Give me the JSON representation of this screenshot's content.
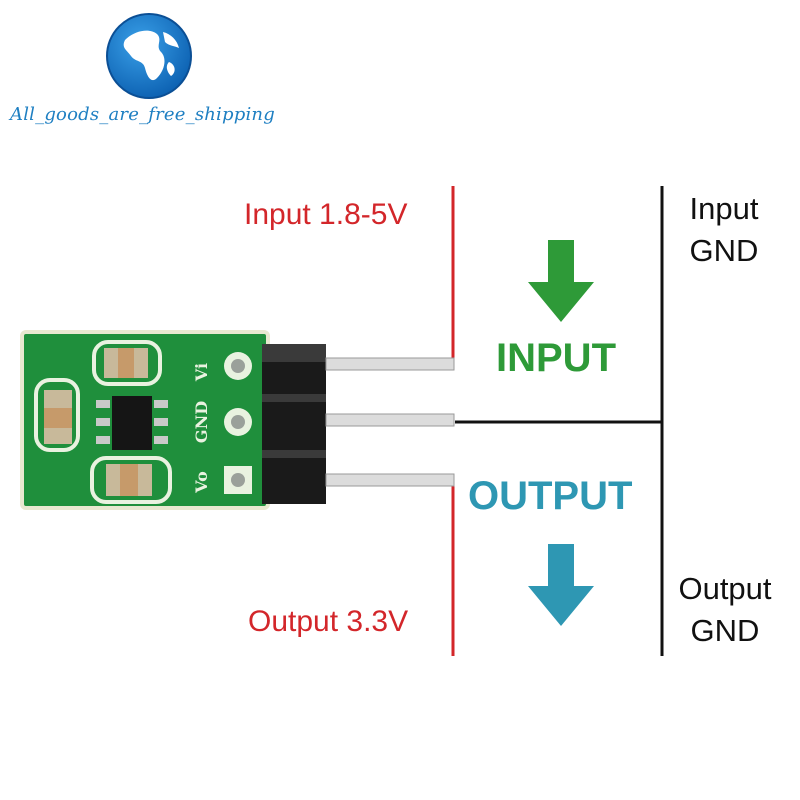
{
  "logo": {
    "text": "All_goods_are_free_shipping",
    "icon": "globe-icon",
    "color": "#1e7fc2"
  },
  "labels": {
    "input_voltage": "Input 1.8-5V",
    "output_voltage": "Output 3.3V",
    "input_gnd_line1": "Input",
    "input_gnd_line2": "GND",
    "output_gnd_line1": "Output",
    "output_gnd_line2": "GND",
    "input_banner": "INPUT",
    "output_banner": "OUTPUT"
  },
  "board": {
    "pin_labels": [
      "Vi",
      "GND",
      "Vo"
    ],
    "pcb_color": "#1f8f3c"
  },
  "colors": {
    "input_red": "#d3262a",
    "input_green": "#2e9a38",
    "output_teal": "#2e97b3",
    "gnd_black": "#111111"
  }
}
